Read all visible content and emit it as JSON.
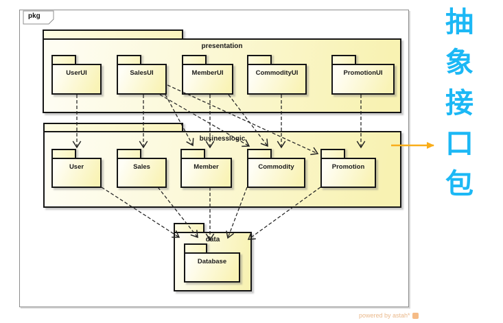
{
  "frame": {
    "tag": "pkg",
    "watermark": "powered by astah*"
  },
  "packages": {
    "presentation": {
      "label": "presentation",
      "children": [
        "UserUI",
        "SalesUI",
        "MemberUI",
        "CommodityUI",
        "PromotionUI"
      ]
    },
    "businesslogic": {
      "label": "businesslogic",
      "children": [
        "User",
        "Sales",
        "Member",
        "Commodity",
        "Promotion"
      ]
    },
    "data": {
      "label": "data",
      "children": [
        "Database"
      ]
    }
  },
  "dependencies": [
    {
      "from": "UserUI",
      "to": "User"
    },
    {
      "from": "SalesUI",
      "to": "Sales"
    },
    {
      "from": "MemberUI",
      "to": "Member"
    },
    {
      "from": "CommodityUI",
      "to": "Commodity"
    },
    {
      "from": "PromotionUI",
      "to": "Promotion"
    },
    {
      "from": "SalesUI",
      "to": "Member"
    },
    {
      "from": "SalesUI",
      "to": "Commodity"
    },
    {
      "from": "MemberUI",
      "to": "Commodity"
    },
    {
      "from": "SalesUI",
      "to": "Promotion"
    },
    {
      "from": "User",
      "to": "data"
    },
    {
      "from": "Sales",
      "to": "data"
    },
    {
      "from": "Member",
      "to": "data"
    },
    {
      "from": "Commodity",
      "to": "data"
    },
    {
      "from": "Promotion",
      "to": "data"
    }
  ],
  "annotation": {
    "text": "抽象接口包",
    "chars": [
      "抽",
      "象",
      "接",
      "口",
      "包"
    ],
    "points_to": "businesslogic",
    "text_color": "#1cb8f5",
    "arrow_color": "#f9ad19"
  },
  "colors": {
    "package_fill": "#f9f3b6",
    "package_border": "#141414",
    "dependency_line": "#222222",
    "frame_border": "#8c8c8c"
  }
}
